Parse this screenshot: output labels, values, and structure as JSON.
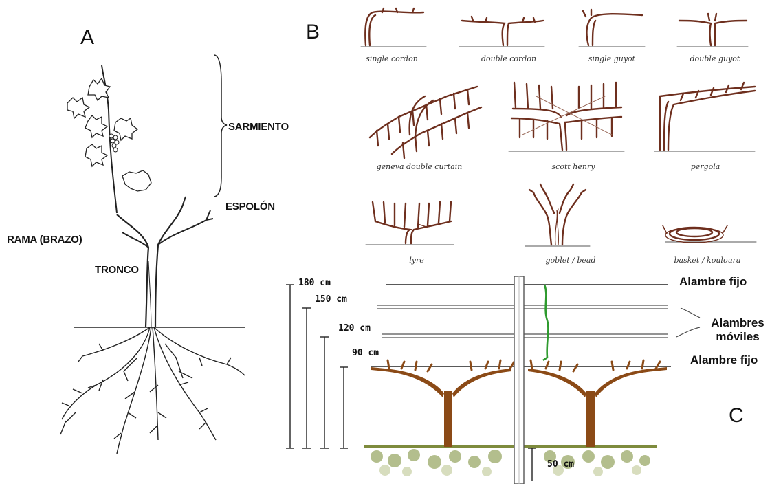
{
  "panel_a": {
    "letter": "A",
    "labels": {
      "sarmiento": "SARMIENTO",
      "espolon": "ESPOLÓN",
      "rama": "RAMA (BRAZO)",
      "tronco": "TRONCO"
    }
  },
  "panel_b": {
    "letter": "B",
    "systems": [
      "single cordon",
      "double cordon",
      "single guyot",
      "double guyot",
      "geneva double curtain",
      "scott henry",
      "pergola",
      "lyre",
      "goblet / bead",
      "basket / kouloura"
    ]
  },
  "panel_c": {
    "letter": "C",
    "heights": [
      "180 cm",
      "150 cm",
      "120 cm",
      "90 cm"
    ],
    "depth": "50 cm",
    "wire_labels": {
      "top": "Alambre fijo",
      "middle_line1": "Alambres",
      "middle_line2": "móviles",
      "bottom": "Alambre fijo"
    }
  },
  "colors": {
    "vine_brown": "#8b4a16",
    "sketch_brown": "#6e2f1e",
    "ground": "#7e8b3d",
    "shoot_green": "#2e9a2e",
    "ink": "#222222"
  }
}
